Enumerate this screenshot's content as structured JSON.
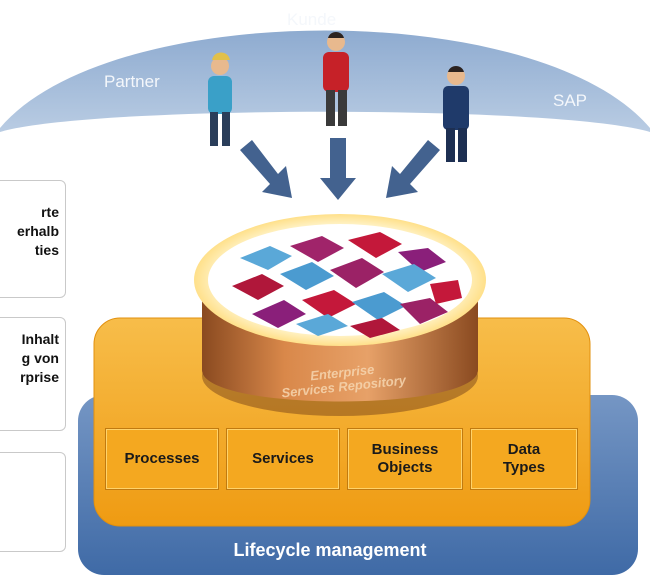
{
  "roles": {
    "top": "Kunde",
    "left": "Partner",
    "right": "SAP"
  },
  "left_boxes": [
    {
      "lines": [
        "rte",
        "erhalb",
        "ties"
      ]
    },
    {
      "lines": [
        "Inhalt",
        "g von",
        "rprise"
      ]
    },
    {
      "lines": []
    }
  ],
  "repository": {
    "line1": "Enterprise",
    "line2": "Services Repository"
  },
  "categories": [
    {
      "line1": "Processes",
      "line2": ""
    },
    {
      "line1": "Services",
      "line2": ""
    },
    {
      "line1": "Business",
      "line2": "Objects"
    },
    {
      "line1": "Data",
      "line2": "Types"
    }
  ],
  "footer": "Lifecycle management",
  "colors": {
    "dome": "#a9c0dc",
    "platform": "#5b7fb3",
    "orange": "#f4a820",
    "arrow": "#3f5f8f"
  }
}
